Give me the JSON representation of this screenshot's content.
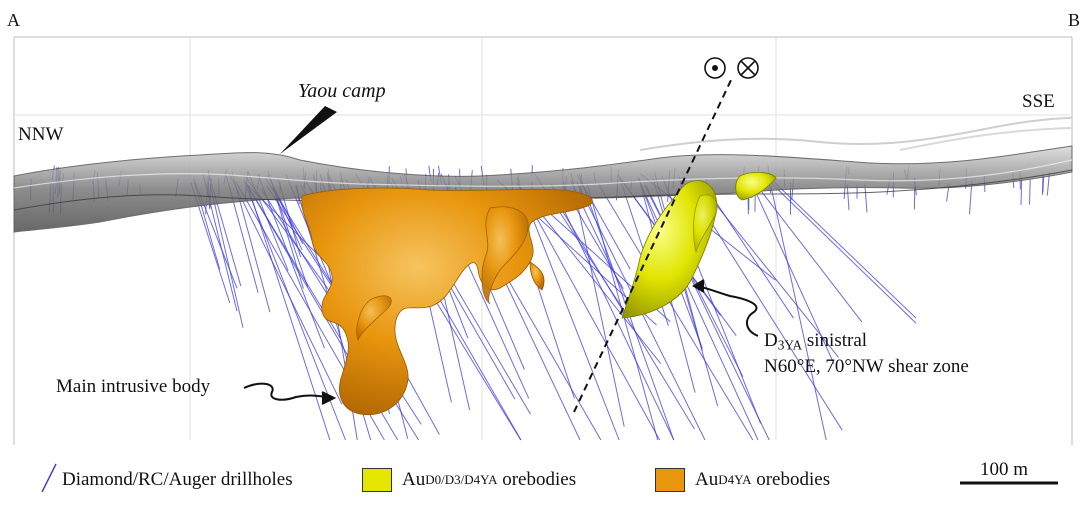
{
  "section": {
    "end_left": "A",
    "end_right": "B",
    "dir_left": "NNW",
    "dir_right": "SSE"
  },
  "annotations": {
    "camp": "Yaou camp",
    "intrusion": "Main intrusive body",
    "shear_prefix": "D",
    "shear_sub": "3YA",
    "shear_suffix": " sinistral",
    "shear_line2": "N60°E, 70°NW shear zone",
    "out_of_page_icon": "dot-circle-icon",
    "into_page_icon": "cross-circle-icon"
  },
  "legend": {
    "drillholes": "Diamond/RC/Auger drillholes",
    "yellow_prefix": "Au",
    "yellow_sub": "D0/D3/D4YA",
    "yellow_suffix": " orebodies",
    "orange_prefix": "Au",
    "orange_sub": "D4YA",
    "orange_suffix": " orebodies"
  },
  "scale": {
    "label": "100 m"
  },
  "colors": {
    "drillhole": "#3b3bdd",
    "yellow_orebody": "#e4e600",
    "orange_orebody": "#e8960e",
    "terrain": "#8c8c8c"
  }
}
